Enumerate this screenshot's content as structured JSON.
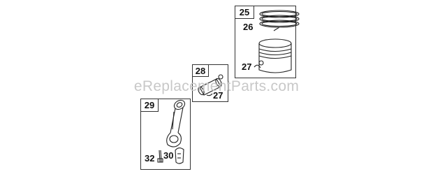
{
  "watermark": "eReplacementParts.com",
  "groups": [
    {
      "tag": "25",
      "callouts": [
        "26",
        "27"
      ]
    },
    {
      "tag": "28",
      "callouts": [
        "27"
      ]
    },
    {
      "tag": "29",
      "callouts": [
        "32",
        "30"
      ]
    }
  ],
  "parts": {
    "piston-rings-icon": "piston rings",
    "piston-icon": "piston",
    "piston-pin-icon": "piston pin",
    "connecting-rod-icon": "connecting rod",
    "rod-bolt-icon": "rod bolt",
    "rod-cap-icon": "rod cap"
  }
}
